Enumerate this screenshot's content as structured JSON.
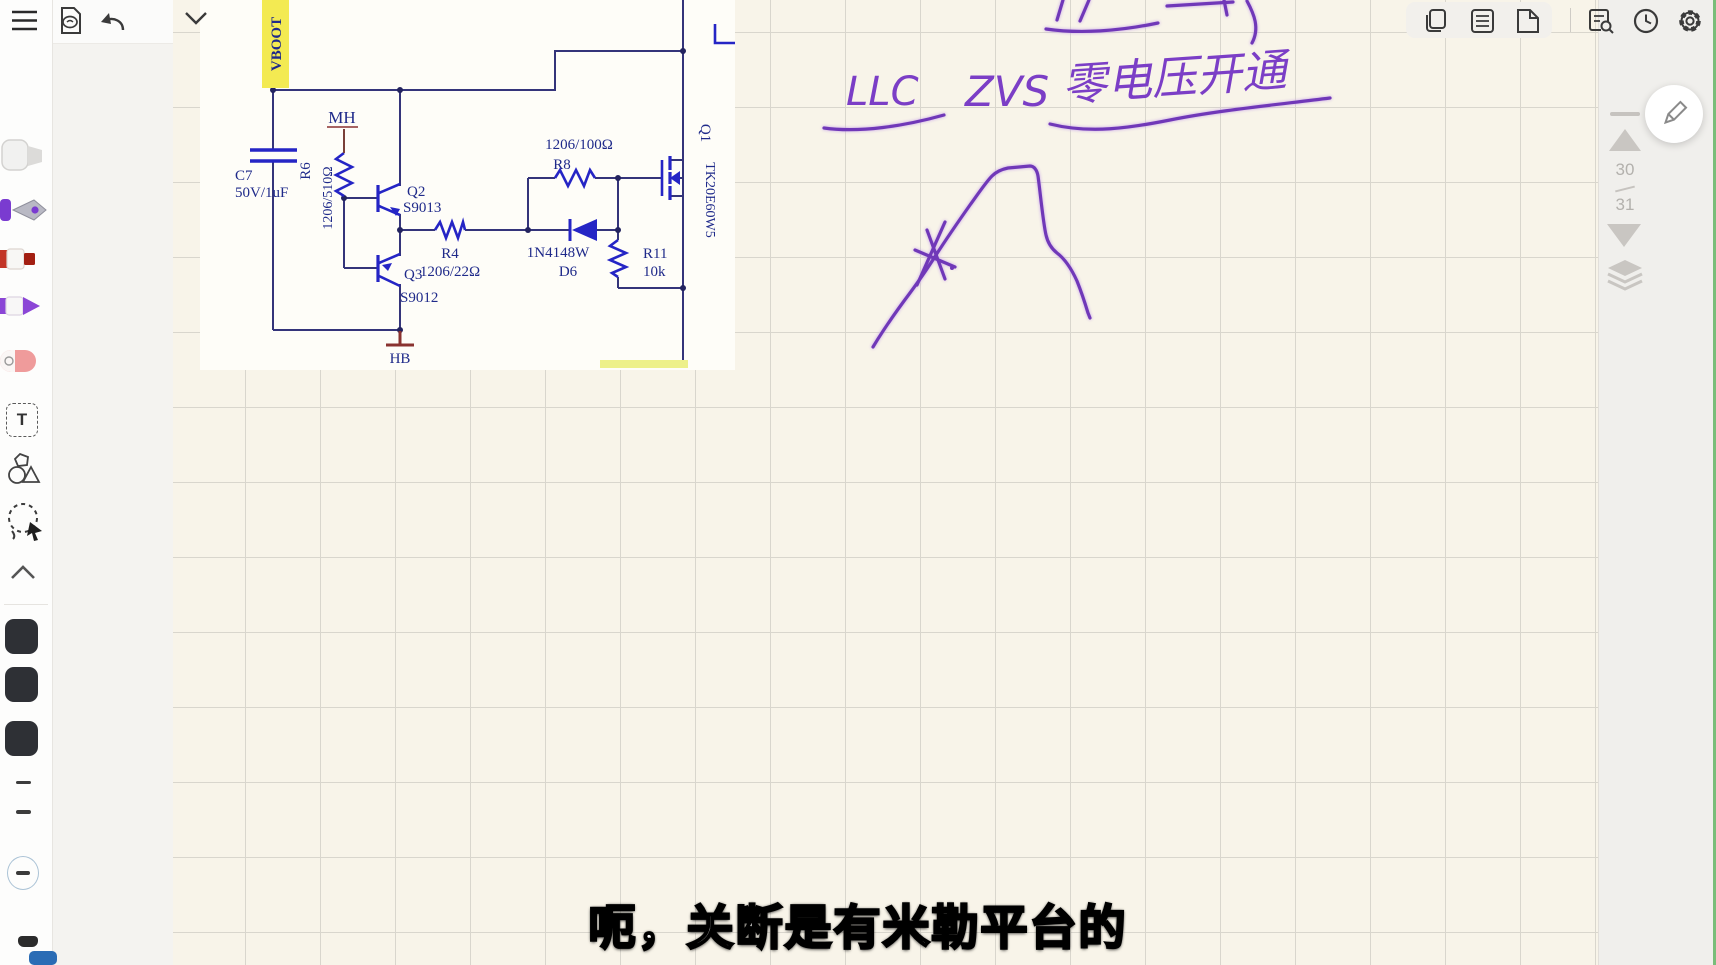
{
  "topbar": {
    "left_icons": [
      {
        "name": "menu-icon"
      },
      {
        "name": "document-preview-icon"
      },
      {
        "name": "undo-icon"
      }
    ],
    "collapse_icon": "chevron-down",
    "right_icons": [
      {
        "name": "duplicate-page-icon"
      },
      {
        "name": "outline-list-icon"
      },
      {
        "name": "new-page-icon"
      },
      {
        "name": "doc-search-icon"
      },
      {
        "name": "history-clock-icon"
      },
      {
        "name": "settings-gear-icon"
      }
    ]
  },
  "sidebar": {
    "tools": [
      "gray-marker",
      "purple-fountain-pen",
      "red-marker",
      "purple-pencil",
      "pink-eraser",
      "text-tool",
      "shapes-tool",
      "lasso-tool",
      "collapse-chevron"
    ],
    "text_tool_label": "T",
    "swatch_colors": [
      "#2e3035",
      "#2e3035",
      "#2e3035"
    ],
    "accent_blue": "#2a6cb5"
  },
  "page_nav": {
    "current": "30",
    "total": "31"
  },
  "schematic": {
    "labels": {
      "vboot": "VBOOT",
      "mh": "MH",
      "hb": "HB",
      "c7_ref": "C7",
      "c7_val": "50V/1uF",
      "r6_ref": "R6",
      "r6_val": "1206/510Ω",
      "q2_ref": "Q2",
      "q2_val": "S9013",
      "q3_ref": "Q3",
      "q3_val": "S9012",
      "r4_ref": "R4",
      "r4_val": "1206/22Ω",
      "r8_ref": "R8",
      "r8_val": "1206/100Ω",
      "d6_ref": "D6",
      "d6_val": "1N4148W",
      "r11_ref": "R11",
      "r11_val": "10k",
      "q1_ref": "Q1",
      "q1_val": "TK20E60W5"
    },
    "wire_color": "#34347a",
    "component_color": "#2525c5",
    "net_label_color": "#8a3230",
    "vboot_bg": "#f3ea52"
  },
  "annotations": {
    "llc": "LLC",
    "zvs": "ZVS",
    "phrase": "零电压开通",
    "ink_color": "#7b3ec6"
  },
  "subtitle": "呃，关断是有米勒平台的"
}
